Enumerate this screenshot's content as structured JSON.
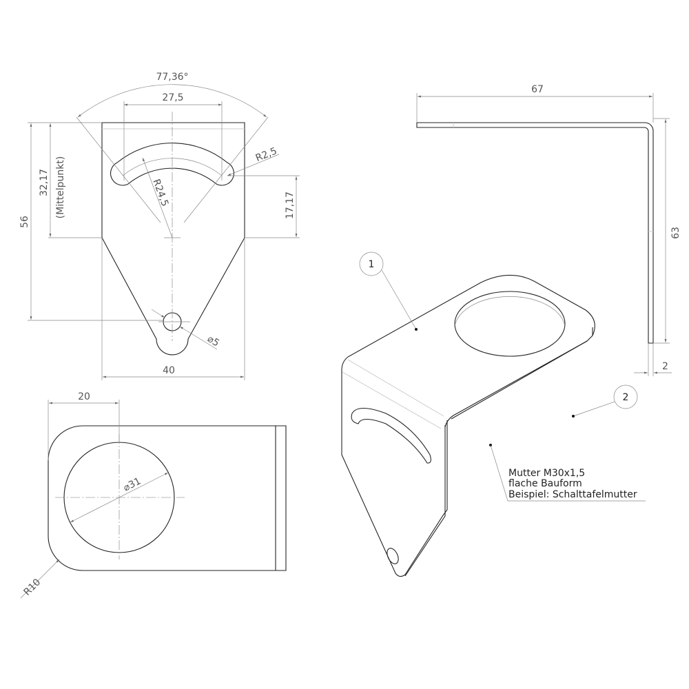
{
  "front_view": {
    "dims": {
      "angle": "77,36°",
      "slot_width": "27,5",
      "slot_end_radius": "R2,5",
      "arc_radius": "R24,5",
      "height_total": "56",
      "center_height": "32,17",
      "center_note": "(Mittelpunkt)",
      "slot_offset": "17,17",
      "width": "40",
      "hole_dia": "⌀5"
    }
  },
  "bottom_view": {
    "dims": {
      "center_offset": "20",
      "hole_dia": "⌀31",
      "corner_radius": "R10"
    }
  },
  "side_view": {
    "dims": {
      "length": "67",
      "height": "63",
      "thickness": "2"
    }
  },
  "iso_view": {
    "balloons": [
      "1",
      "2"
    ],
    "note_lines": [
      "Mutter M30x1,5",
      "flache Bauform",
      "Beispiel: Schalttafelmutter"
    ]
  }
}
